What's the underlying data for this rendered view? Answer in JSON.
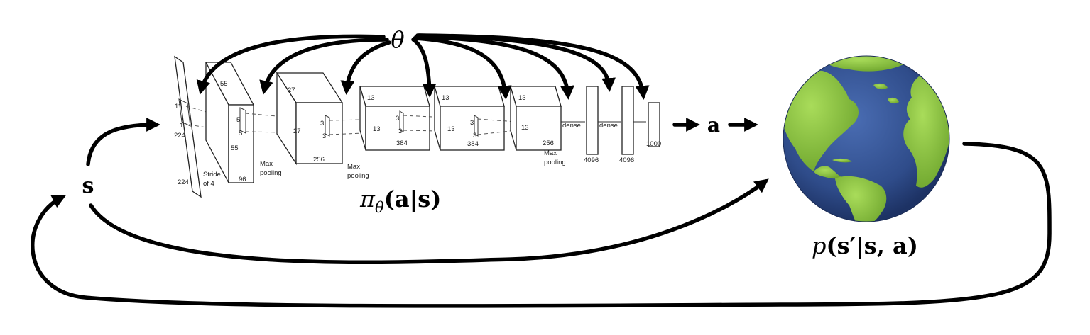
{
  "symbols": {
    "theta": "θ",
    "state": "s",
    "action": "a"
  },
  "policy": {
    "pi": "π",
    "subscript": "θ",
    "args": "(a|s)"
  },
  "dynamics": {
    "p": "p",
    "args": "(s′|s, a)"
  },
  "network_labels": {
    "input_11a": "11",
    "input_11b": "11",
    "input_224a": "224",
    "input_224b": "224",
    "stride": "Stride",
    "stride_of": "of 4",
    "c1_55a": "55",
    "c1_55b": "55",
    "c1_5a": "5",
    "c1_5b": "5",
    "c1_96": "96",
    "c2_27a": "27",
    "c2_27b": "27",
    "c2_3a": "3",
    "c2_3b": "3",
    "c2_256": "256",
    "c3_13a": "13",
    "c3_13b": "13",
    "c3_3a": "3",
    "c3_3b": "3",
    "c3_384": "384",
    "c4_13a": "13",
    "c4_13b": "13",
    "c4_3a": "3",
    "c4_3b": "3",
    "c4_384": "384",
    "c5_13a": "13",
    "c5_13b": "13",
    "c5_256": "256",
    "maxpool1a": "Max",
    "maxpool1b": "pooling",
    "maxpool2a": "Max",
    "maxpool2b": "pooling",
    "maxpool3a": "Max",
    "maxpool3b": "pooling",
    "dense1": "dense",
    "dense2": "dense",
    "fc1": "4096",
    "fc2": "4096",
    "fc3": "1000"
  },
  "colors": {
    "ocean": "#2f4c8a",
    "land": "#8cc63f",
    "arrows": "#000000"
  },
  "icons": {
    "globe": "earth-globe-icon"
  }
}
